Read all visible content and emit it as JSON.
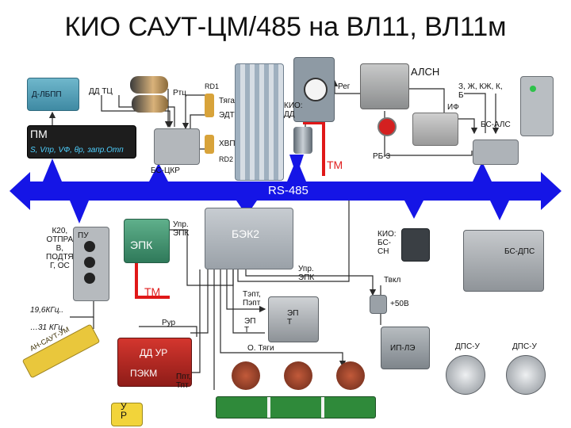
{
  "title": "КИО САУТ-ЦМ/485 на ВЛ11, ВЛ11м",
  "bus_label": "RS-485",
  "colors": {
    "bus": "#1515e6",
    "tm": "#e01818",
    "wire": "#2a2a2a"
  },
  "devices": {
    "d_lbpp": "Д-ЛБПП",
    "pm": "ПМ",
    "pm_params": "S, Vпр, VФ, θр, запр.Отп",
    "dd_tc": "ДД ТЦ",
    "rtc": "Ртц",
    "rd1": "RD1",
    "tyaga": "Тяга",
    "edt": "ЭДТ",
    "khvp": "ХВП",
    "rd2": "RD2",
    "bs_tsr": "БС-ЦКР",
    "kio_dd": "КИО:\nДД",
    "rtm": "ТМ",
    "reg": "Рег",
    "alsn": "АЛСН",
    "alsn_signals": "З, Ж, КЖ, К,\nБ",
    "if": "ИФ",
    "bs_als": "БС-АЛС",
    "rb3": "РБ-3",
    "k20": "К20,\nОТПРА\nВ,\nПОДТЯ\nГ, ОС",
    "pu": "ПУ",
    "epk": "ЭПК",
    "upr_epk_top": "Упр.\nЭПК",
    "epk_tm": "ТМ",
    "bek2": "БЭК2",
    "upr_epk_bottom": "Упр.\nЭПК",
    "kio_bs_sn": "КИО:\nБС-\nСН",
    "tvkl": "Твкл",
    "plus50v": "+50В",
    "bs_dps": "БС-ДПС",
    "freq1": "19,6КГц..",
    "freq2": "…31 КГц",
    "an_saut": "АН-САУТ-УМ",
    "rur": "Рур",
    "dd_ur": "ДД УР",
    "pekm": "ПЭКМ",
    "ur": "У\nР",
    "ppt": "Ппт,\nТпт",
    "tept": "Тэпт,\nПэпт",
    "ept1": "ЭП\nТ",
    "ept2": "ЭП\nТ",
    "o_tyagi": "О. Тяги",
    "ip_le": "ИП-ЛЭ",
    "dps_u1": "ДПС-У",
    "dps_u2": "ДПС-У"
  }
}
